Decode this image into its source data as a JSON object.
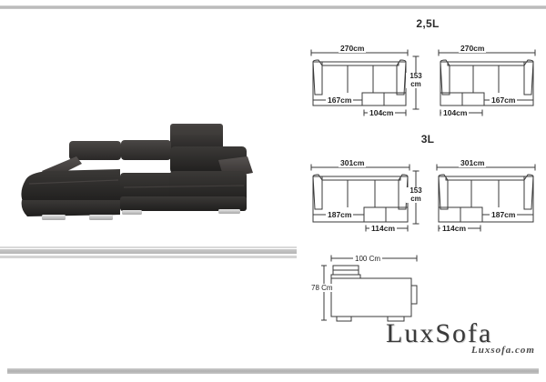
{
  "background": "#ffffff",
  "bands": {
    "color": "#bfbfbf",
    "top_name": "top-divider-band",
    "bottom_name": "bottom-divider-band",
    "middle_name": "middle-divider-band"
  },
  "photo": {
    "alt": "black leather sectional sofa with left chaise and adjustable headrests",
    "body_color": "#2e2c2b",
    "highlight_color": "#55514f",
    "leg_color": "#c8c8c8"
  },
  "sections": [
    {
      "title": "2,5L",
      "height_label": {
        "value": "153",
        "unit": "cm"
      },
      "variants": [
        {
          "orientation": "left-chaise",
          "width": "270cm",
          "seat_width": "167cm",
          "chaise_width": "104cm"
        },
        {
          "orientation": "right-chaise",
          "width": "270cm",
          "seat_width": "167cm",
          "chaise_width": "104cm"
        }
      ]
    },
    {
      "title": "3L",
      "height_label": {
        "value": "153",
        "unit": "cm"
      },
      "variants": [
        {
          "orientation": "left-chaise",
          "width": "301cm",
          "seat_width": "187cm",
          "chaise_width": "114cm"
        },
        {
          "orientation": "right-chaise",
          "width": "301cm",
          "seat_width": "187cm",
          "chaise_width": "114cm"
        }
      ]
    }
  ],
  "side_view": {
    "depth": "100 Cm",
    "height": "78 Cm"
  },
  "logo": {
    "main": "LuxSofa",
    "sub": "Luxsofa.com"
  }
}
